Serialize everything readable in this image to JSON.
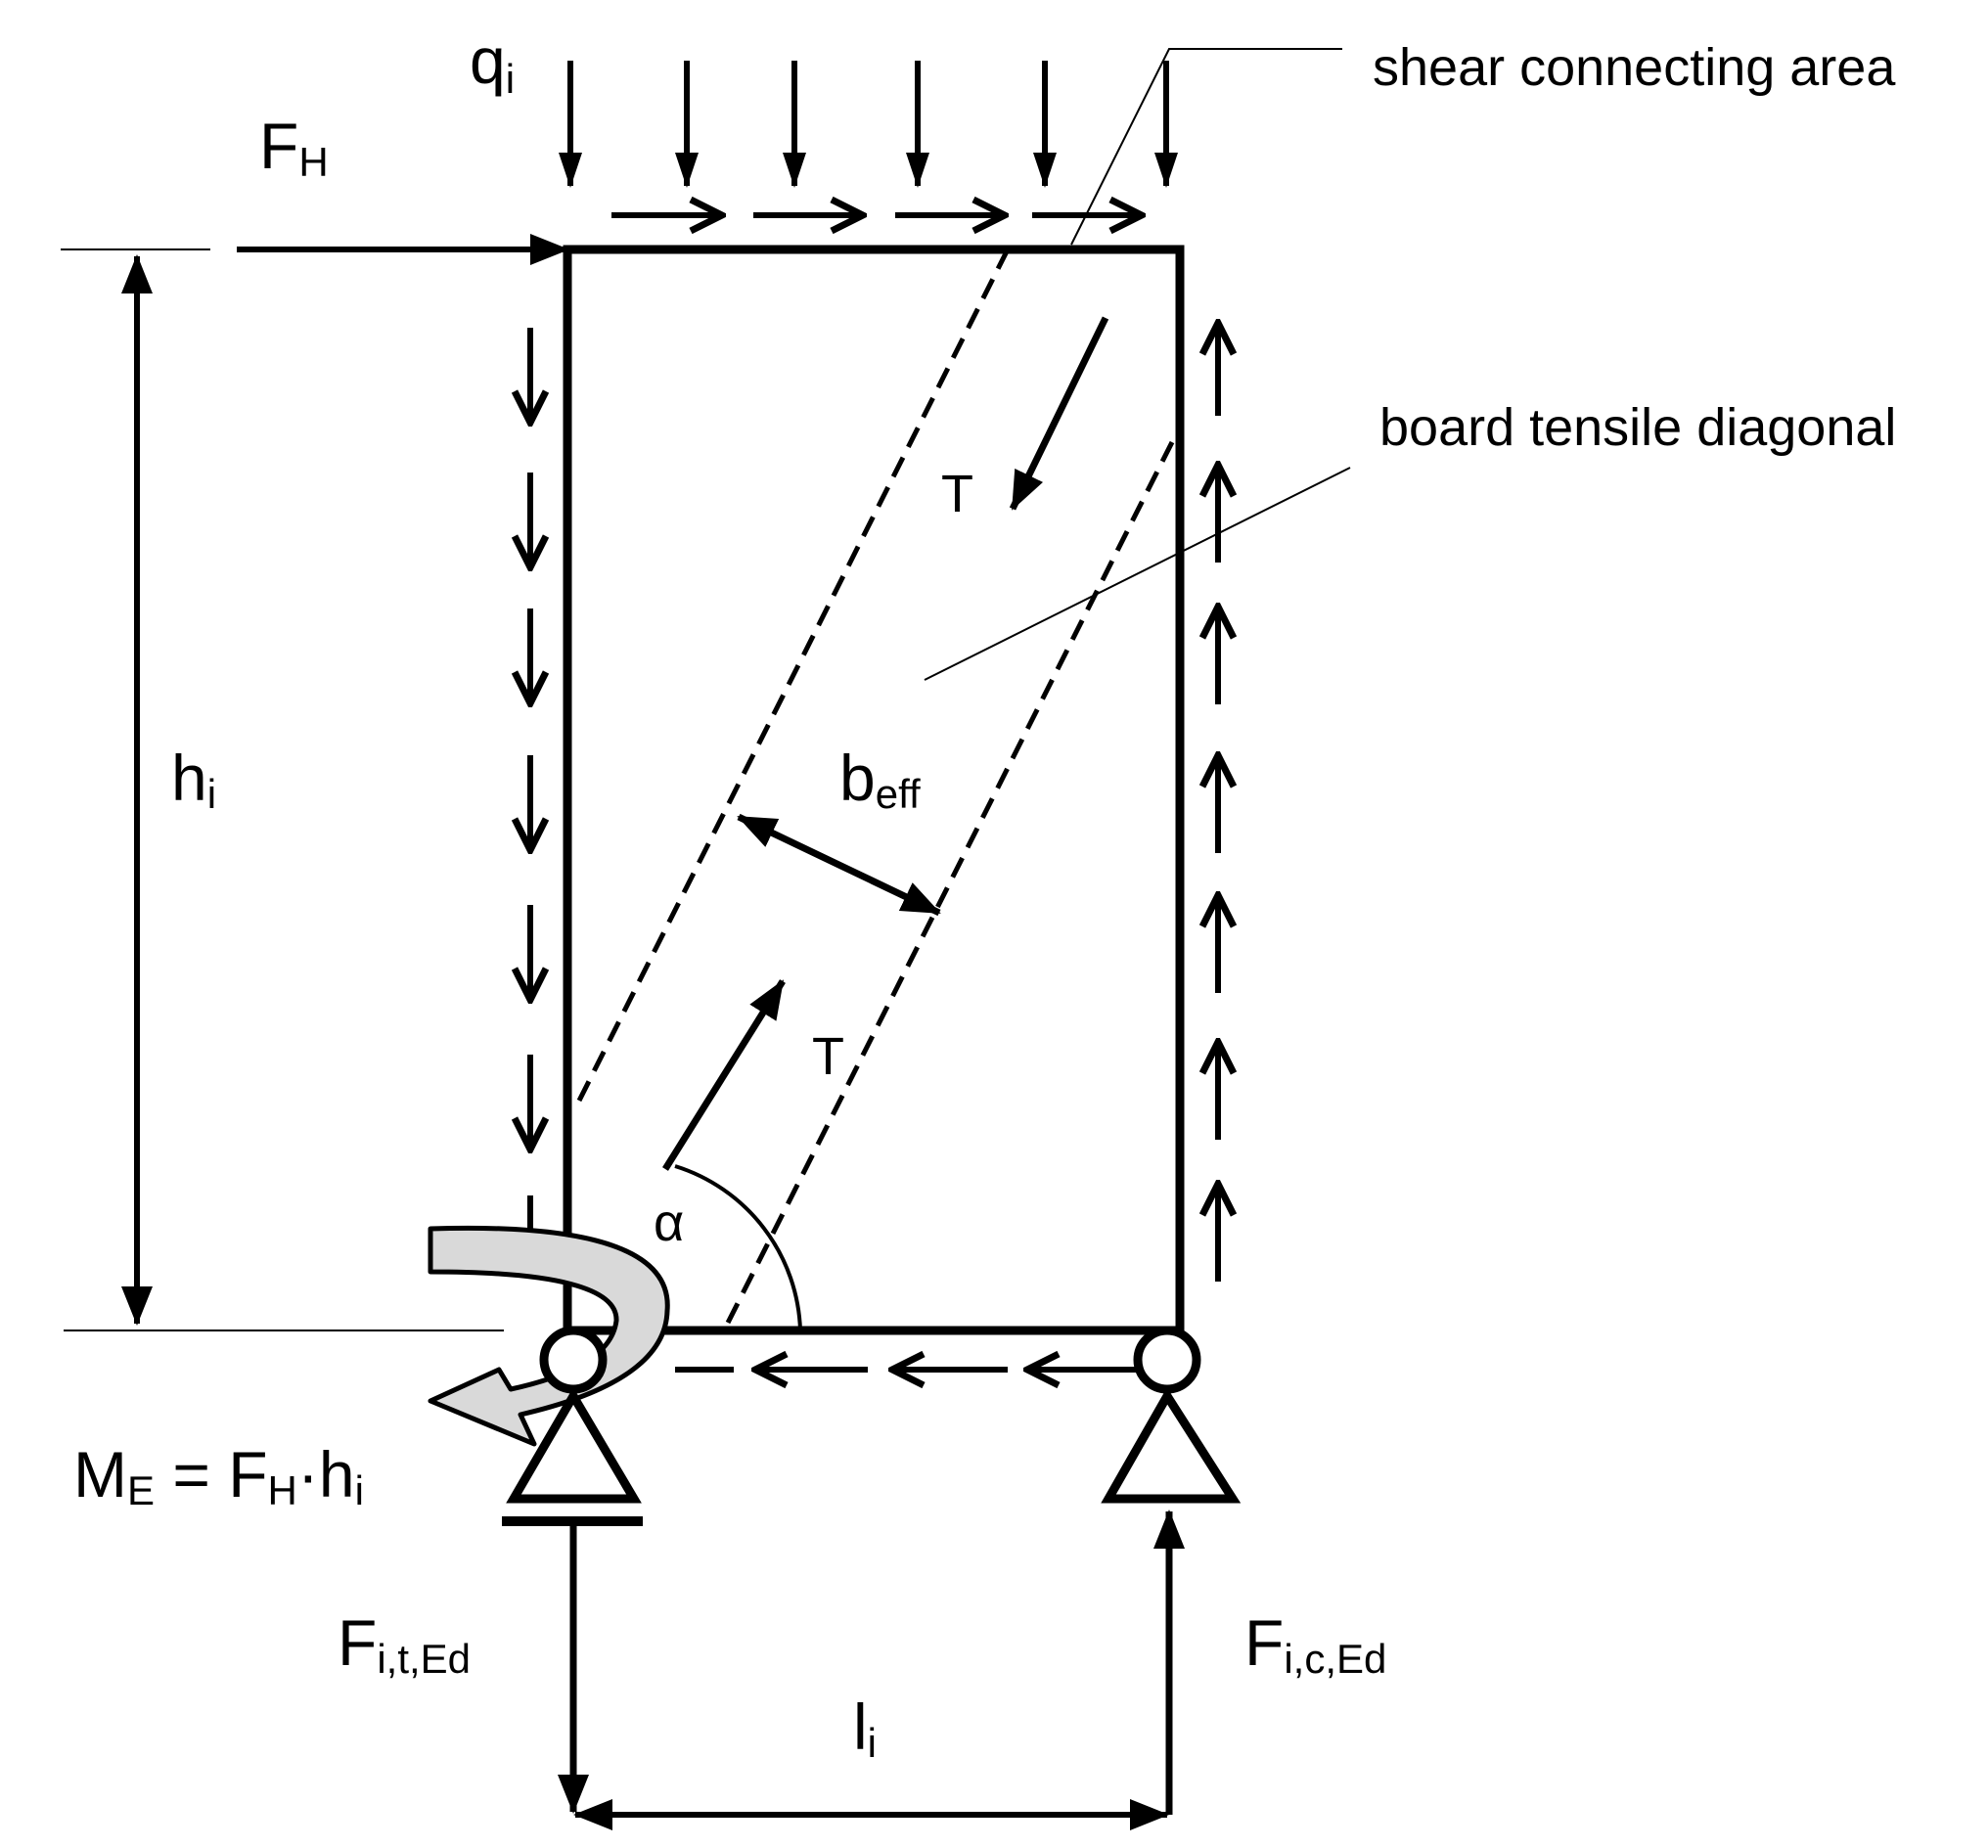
{
  "labels": {
    "q_main": "q",
    "q_sub": "i",
    "fh_main": "F",
    "fh_sub": "H",
    "h_main": "h",
    "h_sub": "i",
    "t_upper": "T",
    "t_lower": "T",
    "beff_main": "b",
    "beff_sub": "eff",
    "alpha": "α",
    "me_m": "M",
    "me_e": "E",
    "me_eq": " = F",
    "me_h": "H",
    "me_dot": "·h",
    "me_i": "i",
    "fit_main": "F",
    "fit_sub": "i,t,Ed",
    "fic_main": "F",
    "fic_sub": "i,c,Ed",
    "l_main": "l",
    "l_sub": "i"
  },
  "annotations": {
    "shear_connecting_area": "shear connecting area",
    "board_tensile_diagonal": "board tensile diagonal"
  },
  "colors": {
    "ink": "#000000",
    "moment_fill": "#d9d9d9",
    "background": "#ffffff"
  }
}
